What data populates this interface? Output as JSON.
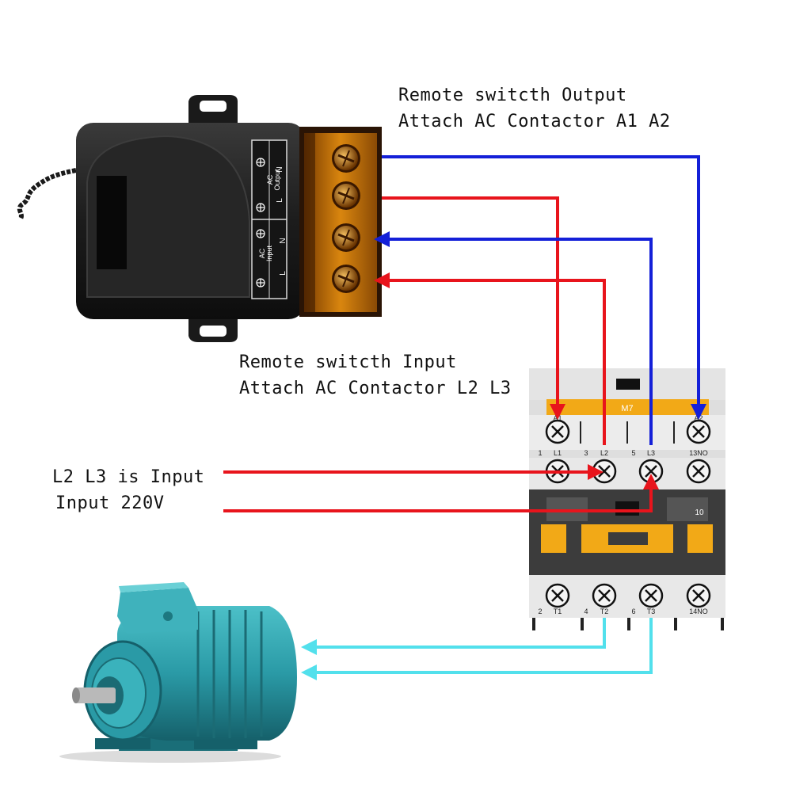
{
  "annotations": {
    "output": {
      "line1": "Remote switcth Output",
      "line2": "Attach AC Contactor A1 A2"
    },
    "input": {
      "line1": "Remote switcth Input",
      "line2": "Attach AC Contactor L2 L3"
    },
    "supply": {
      "line1": "L2 L3 is Input",
      "line2": "Input 220V"
    }
  },
  "remote_switch": {
    "output_block": {
      "title": "AC\nOutput",
      "title_line1": "AC",
      "title_line2": "Output",
      "l": "L",
      "n": "N"
    },
    "input_block": {
      "title_line1": "AC",
      "title_line2": "Input",
      "l": "L",
      "n": "N"
    }
  },
  "contactor": {
    "model": "M7",
    "coil_terminals": {
      "a1": "A1",
      "a2": "A2"
    },
    "top_row": [
      "1",
      "L1",
      "3",
      "L2",
      "5",
      "L3",
      "13NO"
    ],
    "aux_label": "10",
    "bottom_row": [
      "2",
      "T1",
      "4",
      "T2",
      "6",
      "T3",
      "14NO"
    ]
  },
  "colors": {
    "red_wire": "#e8141c",
    "blue_wire": "#1420d8",
    "cyan_wire": "#52e0ec",
    "contactor_orange": "#f2a917",
    "contactor_gray": "#e6e6e6",
    "motor_teal": "#2a9aa6",
    "terminal_amber": "#c8780a"
  }
}
